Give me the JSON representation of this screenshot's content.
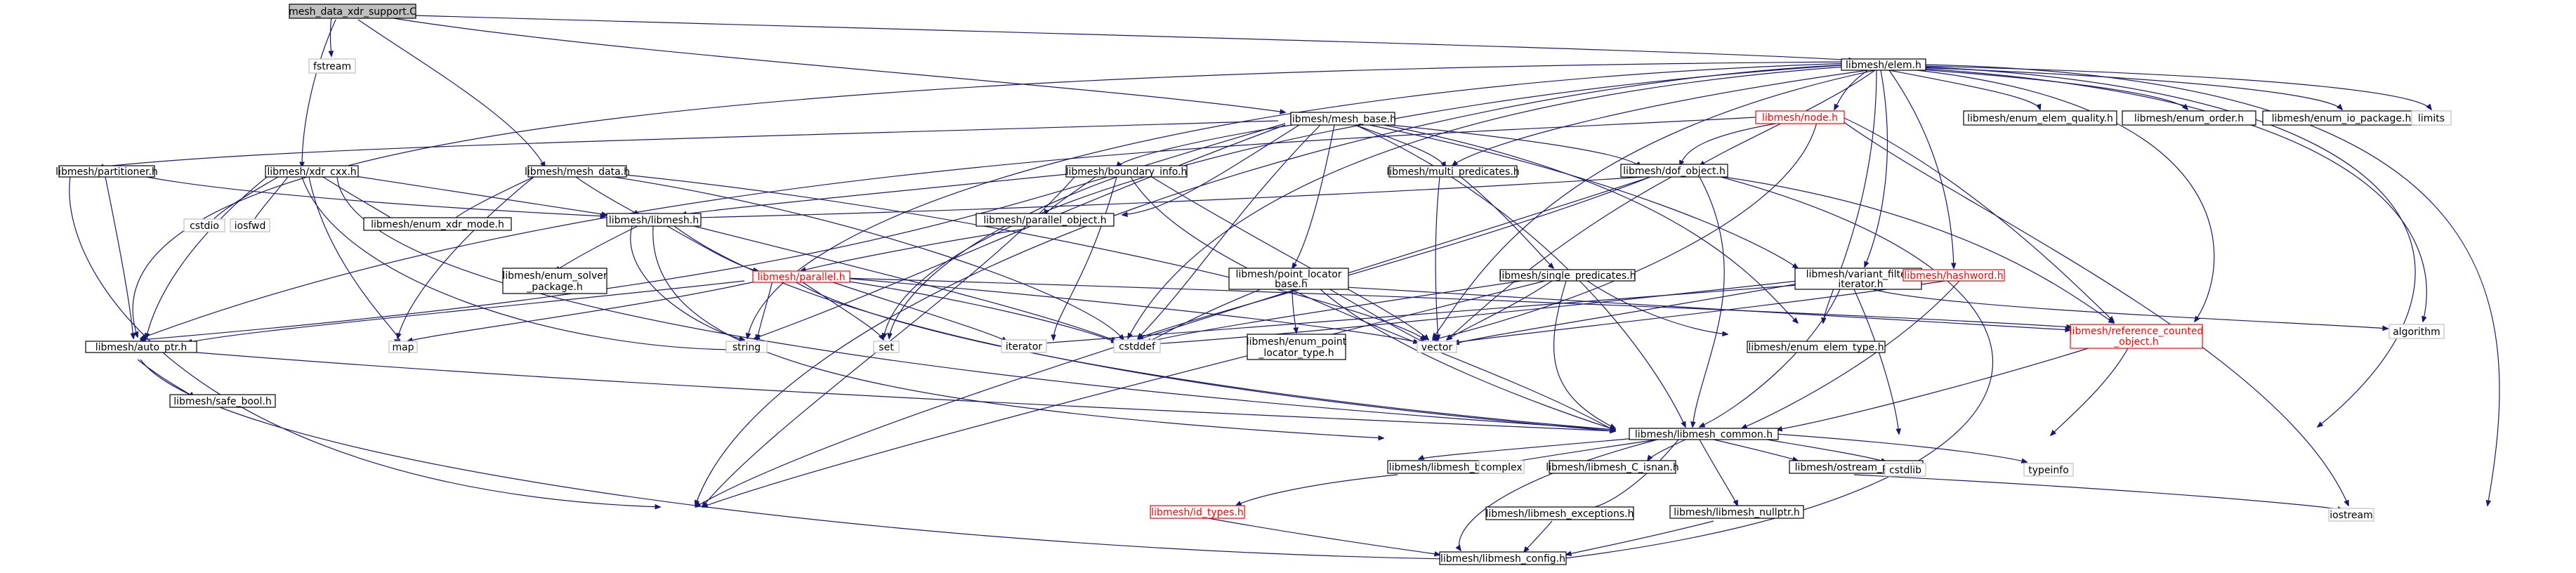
{
  "title": "mesh_data_xdr_support.C",
  "colors": {
    "edge": "#191970",
    "root_fill": "#bfbfbf",
    "external_border": "#bfbfbf",
    "incomplete_border": "#ff0000",
    "node_border": "#000000"
  },
  "nodes": {
    "root": "mesh_data_xdr_support.C",
    "fstream": "fstream",
    "elem_h": "libmesh/elem.h",
    "xdr_cxx": "libmesh/xdr_cxx.h",
    "mesh_data": "libmesh/mesh_data.h",
    "mesh_base": "libmesh/mesh_base.h",
    "node_h": "libmesh/node.h",
    "enum_elem_quality": "libmesh/enum_elem_quality.h",
    "enum_order": "libmesh/enum_order.h",
    "enum_io_package": "libmesh/enum_io_package.h",
    "limits": "limits",
    "partitioner": "libmesh/partitioner.h",
    "boundary_info": "libmesh/boundary_info.h",
    "multi_predicates": "libmesh/multi_predicates.h",
    "dof_object": "libmesh/dof_object.h",
    "cstdio": "cstdio",
    "iosfwd": "iosfwd",
    "enum_xdr_mode": "libmesh/enum_xdr_mode.h",
    "libmesh_h": "libmesh/libmesh.h",
    "parallel_object": "libmesh/parallel_object.h",
    "single_predicates": "libmesh/single_predicates.h",
    "point_locator_base_l1": "libmesh/point_locator",
    "point_locator_base_l2": "_base.h",
    "variant_filter_l1": "libmesh/variant_filter",
    "variant_filter_l2": "_iterator.h",
    "hashword": "libmesh/hashword.h",
    "enum_solver_l1": "libmesh/enum_solver",
    "enum_solver_l2": "_package.h",
    "parallel_h": "libmesh/parallel.h",
    "enum_point_l1": "libmesh/enum_point",
    "enum_point_l2": "_locator_type.h",
    "map": "map",
    "string": "string",
    "set": "set",
    "iterator": "iterator",
    "cstddef": "cstddef",
    "vector": "vector",
    "enum_elem_type": "libmesh/enum_elem_type.h",
    "refcount_l1": "libmesh/reference_counted",
    "refcount_l2": "_object.h",
    "algorithm": "algorithm",
    "auto_ptr": "libmesh/auto_ptr.h",
    "safe_bool": "libmesh/safe_bool.h",
    "libmesh_common": "libmesh/libmesh_common.h",
    "complex": "complex",
    "c_isnan": "libmesh/libmesh_C_isnan.h",
    "ostream_proxy": "libmesh/ostream_proxy.h",
    "cstdlib": "cstdlib",
    "typeinfo": "typeinfo",
    "libmesh_base": "libmesh/libmesh_base.h",
    "iostream": "iostream",
    "id_types": "libmesh/id_types.h",
    "exceptions": "libmesh/libmesh_exceptions.h",
    "nullptr": "libmesh/libmesh_nullptr.h",
    "config": "libmesh/libmesh_config.h"
  }
}
